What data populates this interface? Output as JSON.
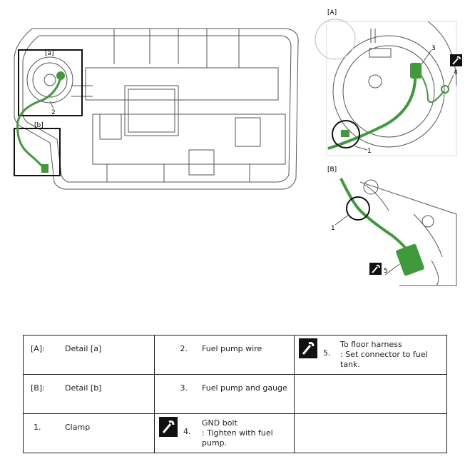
{
  "detail_labels": {
    "a": "[a]",
    "b": "[b]",
    "A": "[A]",
    "B": "[B]"
  },
  "callouts": {
    "n1": "1",
    "n2": "2",
    "n3": "3",
    "n4": "4",
    "n5": "5"
  },
  "legend": {
    "r1c1_tag": "[A]:",
    "r1c1_desc": "Detail [a]",
    "r1c2_num": "2.",
    "r1c2_desc": "Fuel pump wire",
    "r1c3_num": "5.",
    "r1c3_line1": "To floor harness",
    "r1c3_line2": ": Set connector to fuel tank.",
    "r2c1_tag": "[B]:",
    "r2c1_desc": "Detail [b]",
    "r2c2_num": "3.",
    "r2c2_desc": "Fuel pump and gauge",
    "r3c1_num": "1.",
    "r3c1_desc": "Clamp",
    "r3c2_num": "4.",
    "r3c2_line1": "GND bolt",
    "r3c2_line2": ": Tighten with fuel pump."
  },
  "colors": {
    "wire": "#3f9a3a",
    "line": "#555555",
    "frame": "#111111"
  },
  "icons": [
    "wrench-icon"
  ]
}
